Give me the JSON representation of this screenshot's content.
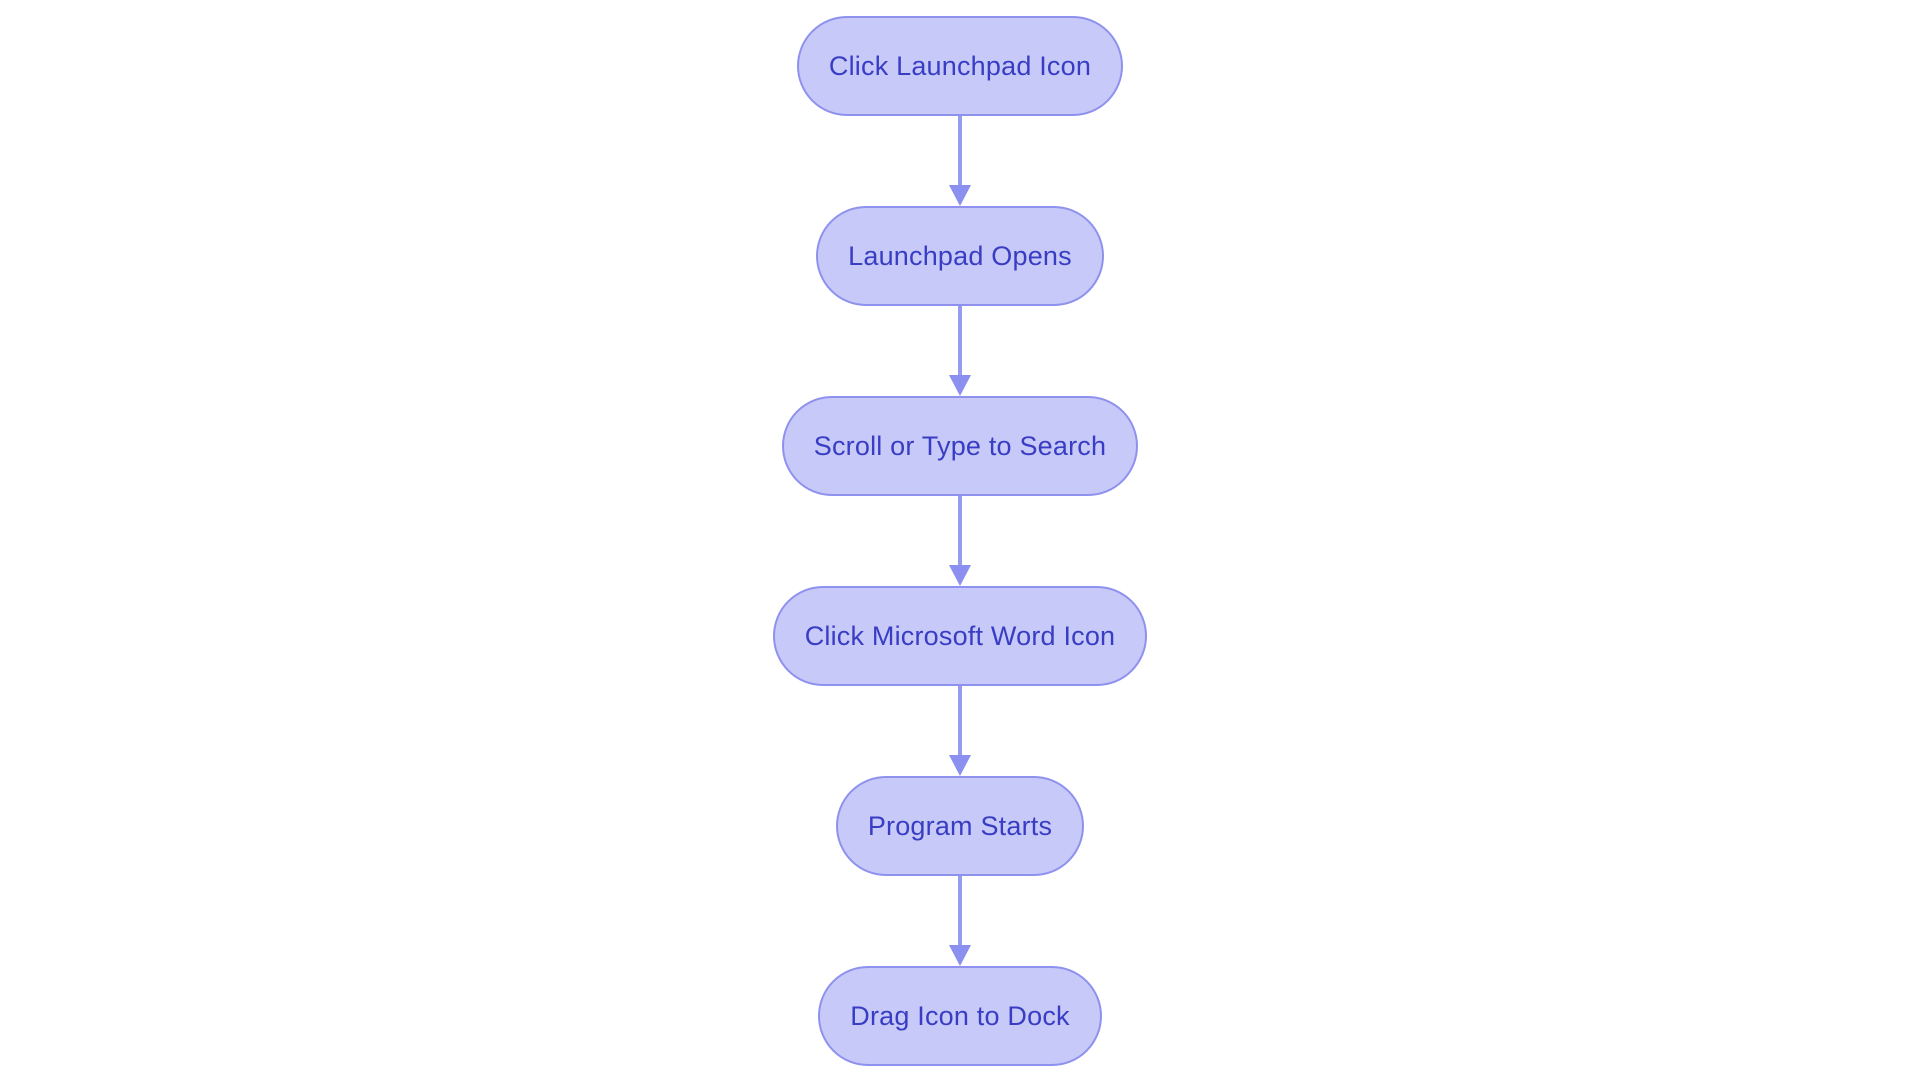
{
  "diagram": {
    "type": "flowchart",
    "direction": "top-down",
    "background": "#ffffff",
    "node_style": {
      "fill": "#c7c9f8",
      "border_color": "#8e92ee",
      "text_color": "#383dc4"
    },
    "arrow_style": {
      "line_color": "#979cf3",
      "head_color": "#8a8ff0"
    },
    "nodes": [
      {
        "id": "n1",
        "label": "Click Launchpad Icon"
      },
      {
        "id": "n2",
        "label": "Launchpad Opens"
      },
      {
        "id": "n3",
        "label": "Scroll or Type to Search"
      },
      {
        "id": "n4",
        "label": "Click Microsoft Word Icon"
      },
      {
        "id": "n5",
        "label": "Program Starts"
      },
      {
        "id": "n6",
        "label": "Drag Icon to Dock"
      }
    ],
    "edges": [
      {
        "from": "n1",
        "to": "n2"
      },
      {
        "from": "n2",
        "to": "n3"
      },
      {
        "from": "n3",
        "to": "n4"
      },
      {
        "from": "n4",
        "to": "n5"
      },
      {
        "from": "n5",
        "to": "n6"
      }
    ]
  }
}
